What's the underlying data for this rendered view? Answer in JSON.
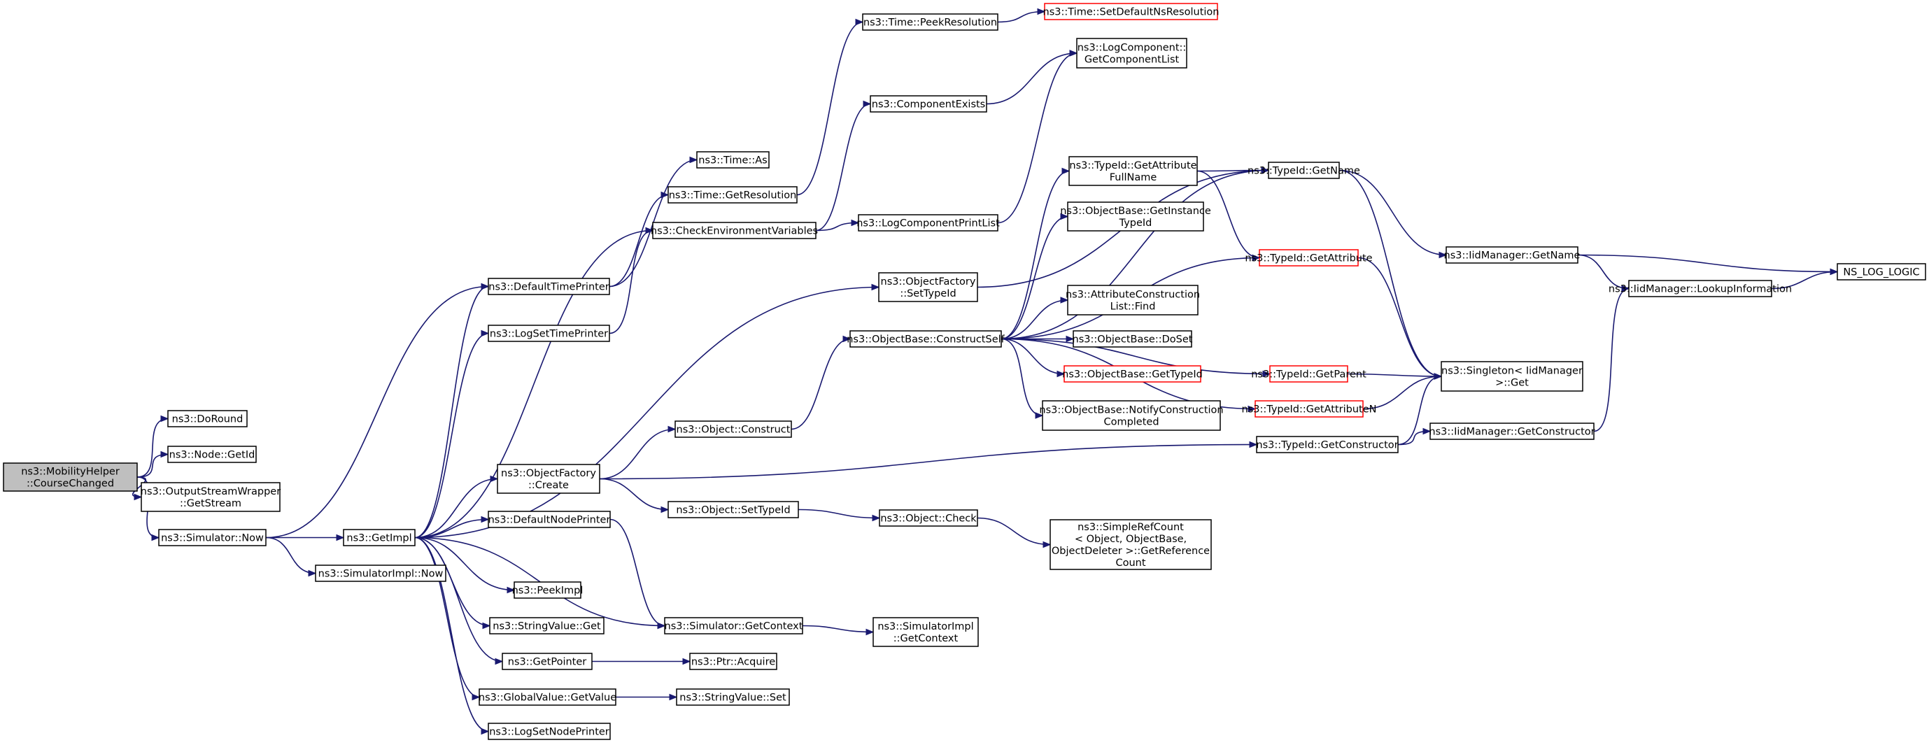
{
  "colors": {
    "edge": "#191970",
    "node_border": "#000000",
    "node_border_incomplete": "#ff0000",
    "root_fill": "#bfbfbf"
  },
  "nodes": [
    {
      "id": "n0",
      "lines": [
        "ns3::MobilityHelper",
        "::CourseChanged"
      ],
      "style": "root"
    },
    {
      "id": "n1",
      "lines": [
        "ns3::DoRound"
      ]
    },
    {
      "id": "n2",
      "lines": [
        "ns3::Node::GetId"
      ]
    },
    {
      "id": "n3",
      "lines": [
        "ns3::OutputStreamWrapper",
        "::GetStream"
      ]
    },
    {
      "id": "n4",
      "lines": [
        "ns3::Simulator::Now"
      ]
    },
    {
      "id": "n5",
      "lines": [
        "ns3::DefaultTimePrinter"
      ]
    },
    {
      "id": "n6",
      "lines": [
        "ns3::Time::As"
      ]
    },
    {
      "id": "n7",
      "lines": [
        "ns3::Time::GetResolution"
      ]
    },
    {
      "id": "n8",
      "lines": [
        "ns3::Time::PeekResolution"
      ]
    },
    {
      "id": "n9",
      "lines": [
        "ns3::Time::SetDefaultNsResolution"
      ],
      "style": "red"
    },
    {
      "id": "n10",
      "lines": [
        "ns3::GetImpl"
      ]
    },
    {
      "id": "n11",
      "lines": [
        "ns3::CheckEnvironmentVariables"
      ]
    },
    {
      "id": "n12",
      "lines": [
        "ns3::ComponentExists"
      ]
    },
    {
      "id": "n13",
      "lines": [
        "ns3::LogComponent::",
        "GetComponentList"
      ]
    },
    {
      "id": "n14",
      "lines": [
        "ns3::LogComponentPrintList"
      ]
    },
    {
      "id": "n15",
      "lines": [
        "ns3::DefaultNodePrinter"
      ]
    },
    {
      "id": "n16",
      "lines": [
        "ns3::Simulator::GetContext"
      ]
    },
    {
      "id": "n17",
      "lines": [
        "ns3::SimulatorImpl",
        "::GetContext"
      ]
    },
    {
      "id": "n18",
      "lines": [
        "ns3::GetPointer"
      ]
    },
    {
      "id": "n19",
      "lines": [
        "ns3::Ptr::Acquire"
      ]
    },
    {
      "id": "n20",
      "lines": [
        "ns3::GlobalValue::GetValue"
      ]
    },
    {
      "id": "n21",
      "lines": [
        "ns3::StringValue::Set"
      ]
    },
    {
      "id": "n22",
      "lines": [
        "ns3::LogSetNodePrinter"
      ]
    },
    {
      "id": "n23",
      "lines": [
        "ns3::LogSetTimePrinter"
      ]
    },
    {
      "id": "n24",
      "lines": [
        "ns3::ObjectFactory",
        "::Create"
      ]
    },
    {
      "id": "n25",
      "lines": [
        "ns3::Object::Construct"
      ]
    },
    {
      "id": "n26",
      "lines": [
        "ns3::ObjectBase::ConstructSelf"
      ]
    },
    {
      "id": "n27",
      "lines": [
        "ns3::AttributeConstruction",
        "List::Find"
      ]
    },
    {
      "id": "n28",
      "lines": [
        "ns3::ObjectBase::DoSet"
      ]
    },
    {
      "id": "n29",
      "lines": [
        "ns3::ObjectBase::GetInstance",
        "TypeId"
      ]
    },
    {
      "id": "n30",
      "lines": [
        "ns3::ObjectBase::GetTypeId"
      ],
      "style": "red"
    },
    {
      "id": "n31",
      "lines": [
        "ns3::ObjectBase::NotifyConstruction",
        "Completed"
      ]
    },
    {
      "id": "n32",
      "lines": [
        "ns3::TypeId::GetAttribute"
      ],
      "style": "red"
    },
    {
      "id": "n33",
      "lines": [
        "ns3::Singleton< IidManager",
        " >::Get"
      ]
    },
    {
      "id": "n34",
      "lines": [
        "ns3::TypeId::GetAttribute",
        "FullName"
      ]
    },
    {
      "id": "n35",
      "lines": [
        "ns3::TypeId::GetName"
      ]
    },
    {
      "id": "n36",
      "lines": [
        "ns3::IidManager::GetName"
      ]
    },
    {
      "id": "n37",
      "lines": [
        "ns3::IidManager::LookupInformation"
      ]
    },
    {
      "id": "n38",
      "lines": [
        "NS_LOG_LOGIC"
      ]
    },
    {
      "id": "n39",
      "lines": [
        "ns3::TypeId::GetAttributeN"
      ],
      "style": "red"
    },
    {
      "id": "n40",
      "lines": [
        "ns3::TypeId::GetParent"
      ],
      "style": "red"
    },
    {
      "id": "n41",
      "lines": [
        "ns3::Object::SetTypeId"
      ]
    },
    {
      "id": "n42",
      "lines": [
        "ns3::Object::Check"
      ]
    },
    {
      "id": "n43",
      "lines": [
        "ns3::SimpleRefCount",
        "< Object, ObjectBase,",
        " ObjectDeleter >::GetReference",
        "Count"
      ]
    },
    {
      "id": "n44",
      "lines": [
        "ns3::TypeId::GetConstructor"
      ]
    },
    {
      "id": "n45",
      "lines": [
        "ns3::IidManager::GetConstructor"
      ]
    },
    {
      "id": "n46",
      "lines": [
        "ns3::PeekImpl"
      ]
    },
    {
      "id": "n47",
      "lines": [
        "ns3::StringValue::Get"
      ]
    },
    {
      "id": "n48",
      "lines": [
        "ns3::ObjectFactory",
        "::SetTypeId"
      ]
    },
    {
      "id": "n49",
      "lines": [
        "ns3::SimulatorImpl::Now"
      ]
    }
  ],
  "edges": [
    [
      "n0",
      "n1"
    ],
    [
      "n0",
      "n2"
    ],
    [
      "n0",
      "n3"
    ],
    [
      "n0",
      "n4"
    ],
    [
      "n4",
      "n5"
    ],
    [
      "n4",
      "n10"
    ],
    [
      "n4",
      "n49"
    ],
    [
      "n5",
      "n6"
    ],
    [
      "n5",
      "n7"
    ],
    [
      "n7",
      "n8"
    ],
    [
      "n8",
      "n9"
    ],
    [
      "n10",
      "n5"
    ],
    [
      "n10",
      "n11"
    ],
    [
      "n10",
      "n15"
    ],
    [
      "n10",
      "n18"
    ],
    [
      "n10",
      "n20"
    ],
    [
      "n10",
      "n22"
    ],
    [
      "n10",
      "n23"
    ],
    [
      "n10",
      "n24"
    ],
    [
      "n10",
      "n46"
    ],
    [
      "n10",
      "n47"
    ],
    [
      "n10",
      "n48"
    ],
    [
      "n10",
      "n16"
    ],
    [
      "n11",
      "n12"
    ],
    [
      "n11",
      "n14"
    ],
    [
      "n12",
      "n13"
    ],
    [
      "n14",
      "n13"
    ],
    [
      "n15",
      "n16"
    ],
    [
      "n16",
      "n17"
    ],
    [
      "n18",
      "n19"
    ],
    [
      "n20",
      "n21"
    ],
    [
      "n23",
      "n11"
    ],
    [
      "n24",
      "n25"
    ],
    [
      "n24",
      "n41"
    ],
    [
      "n24",
      "n44"
    ],
    [
      "n25",
      "n26"
    ],
    [
      "n26",
      "n27"
    ],
    [
      "n26",
      "n28"
    ],
    [
      "n26",
      "n29"
    ],
    [
      "n26",
      "n30"
    ],
    [
      "n26",
      "n31"
    ],
    [
      "n26",
      "n32"
    ],
    [
      "n26",
      "n34"
    ],
    [
      "n26",
      "n35"
    ],
    [
      "n26",
      "n39"
    ],
    [
      "n26",
      "n40"
    ],
    [
      "n32",
      "n33"
    ],
    [
      "n34",
      "n35"
    ],
    [
      "n34",
      "n32"
    ],
    [
      "n35",
      "n36"
    ],
    [
      "n35",
      "n33"
    ],
    [
      "n36",
      "n37"
    ],
    [
      "n36",
      "n38"
    ],
    [
      "n37",
      "n38"
    ],
    [
      "n39",
      "n33"
    ],
    [
      "n40",
      "n33"
    ],
    [
      "n41",
      "n42"
    ],
    [
      "n42",
      "n43"
    ],
    [
      "n44",
      "n45"
    ],
    [
      "n44",
      "n33"
    ],
    [
      "n45",
      "n37"
    ],
    [
      "n48",
      "n35"
    ]
  ]
}
